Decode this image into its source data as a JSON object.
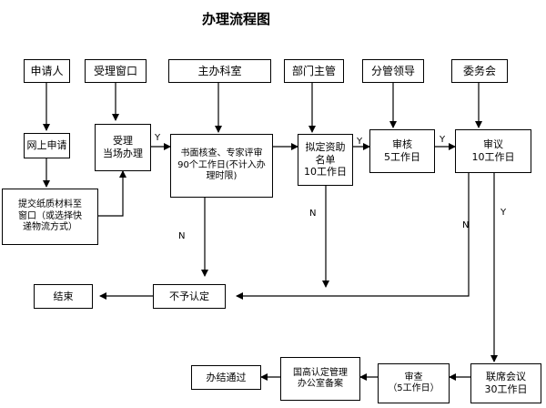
{
  "title": "办理流程图",
  "headers": {
    "applicant": "申请人",
    "window": "受理窗口",
    "office": "主办科室",
    "dept_head": "部门主管",
    "leader": "分管领导",
    "committee": "委务会"
  },
  "steps": {
    "online_apply": "网上申请",
    "submit_paper": "提交纸质材料至\n窗口（或选择快\n递物流方式）",
    "accept": "受理\n当场办理",
    "review": "书面核查、专家评审\n90个工作日(不计入办\n理时限)",
    "draft_list": "拟定资助\n名单\n10工作日",
    "audit": "审核\n5工作日",
    "deliberate": "审议\n10工作日",
    "reject": "不予认定",
    "end": "结束",
    "joint_meeting": "联席会议\n30工作日",
    "check": "审查\n（5工作日）",
    "filing": "国高认定管理\n办公室备案",
    "pass": "办结通过"
  },
  "edge_labels": {
    "y1": "Y",
    "y2": "Y",
    "y3": "Y",
    "y4": "Y",
    "n1": "N",
    "n2": "N",
    "n3": "N"
  }
}
